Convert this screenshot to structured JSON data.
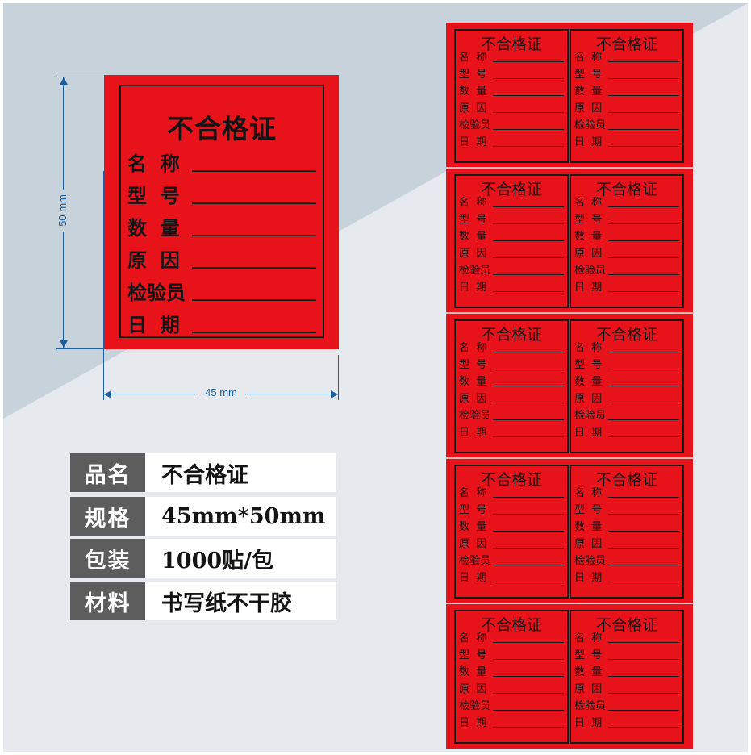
{
  "label": {
    "title": "不合格证",
    "fields": [
      "名  称",
      "型  号",
      "数  量",
      "原  因",
      "检验员",
      "日  期"
    ]
  },
  "dimensions": {
    "height": "50 mm",
    "width": "45 mm"
  },
  "spec": [
    {
      "key": "品名",
      "value": "不合格证"
    },
    {
      "key": "规格",
      "value": "45mm*50mm"
    },
    {
      "key": "包装",
      "value": "1000贴/包"
    },
    {
      "key": "材料",
      "value": "书写纸不干胶"
    }
  ],
  "sheet": {
    "rows": 5,
    "columns": 2
  },
  "colors": {
    "label_red": "#e8121a",
    "border": "#1a1a1a",
    "dimension_blue": "#1f5fa0",
    "spec_key_bg": "#5d5d5d"
  }
}
